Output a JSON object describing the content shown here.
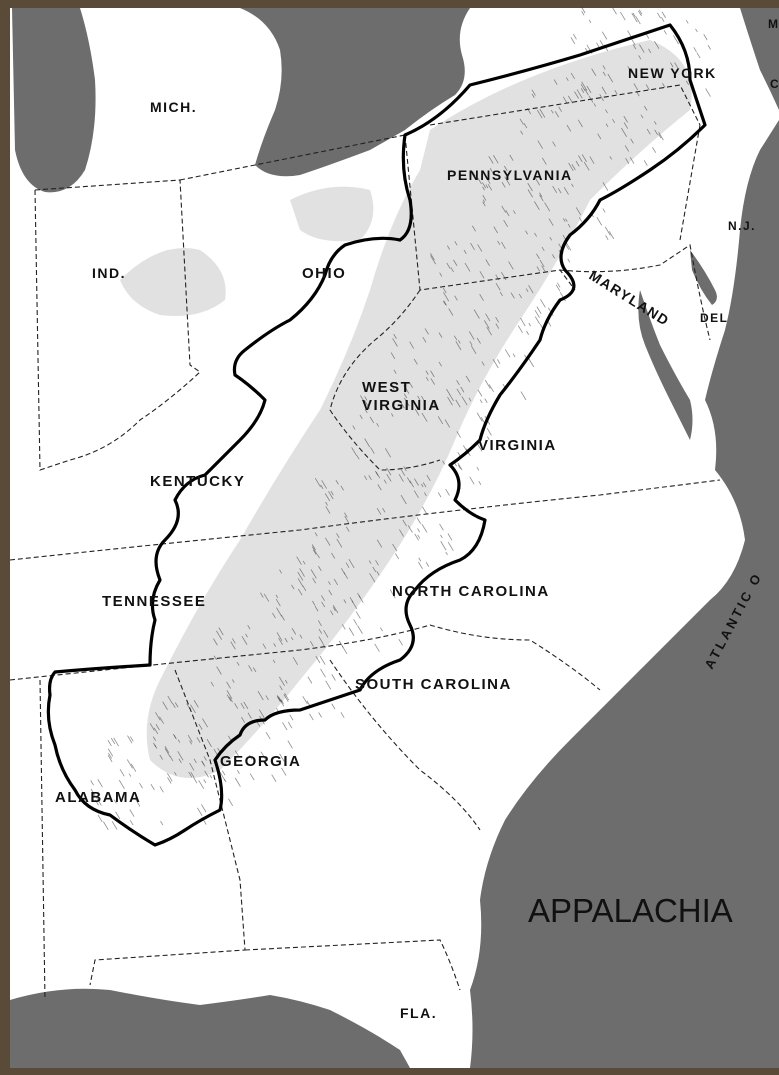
{
  "map": {
    "title": "APPALACHIA",
    "ocean_label": "ATLANTIC O",
    "states": [
      {
        "id": "mich",
        "label": "MICH."
      },
      {
        "id": "ind",
        "label": "IND."
      },
      {
        "id": "ohio",
        "label": "OHIO"
      },
      {
        "id": "pennsylvania",
        "label": "PENNSYLVANIA"
      },
      {
        "id": "new-york",
        "label": "NEW YORK"
      },
      {
        "id": "nj",
        "label": "N.J."
      },
      {
        "id": "del",
        "label": "DEL"
      },
      {
        "id": "maryland",
        "label": "MARYLAND"
      },
      {
        "id": "west-virginia-1",
        "label": "WEST"
      },
      {
        "id": "west-virginia-2",
        "label": "VIRGINIA"
      },
      {
        "id": "virginia",
        "label": "VIRGINIA"
      },
      {
        "id": "kentucky",
        "label": "KENTUCKY"
      },
      {
        "id": "tennessee",
        "label": "TENNESSEE"
      },
      {
        "id": "north-carolina",
        "label": "NORTH CAROLINA"
      },
      {
        "id": "south-carolina",
        "label": "SOUTH CAROLINA"
      },
      {
        "id": "georgia",
        "label": "GEORGIA"
      },
      {
        "id": "alabama",
        "label": "ALABAMA"
      },
      {
        "id": "fla",
        "label": "FLA."
      },
      {
        "id": "edge-m",
        "label": "M"
      },
      {
        "id": "edge-c",
        "label": "C"
      }
    ],
    "colors": {
      "water": "#6d6d6d",
      "land": "#ffffff",
      "frame": "#5a4a38",
      "boundary": "#000000"
    }
  }
}
